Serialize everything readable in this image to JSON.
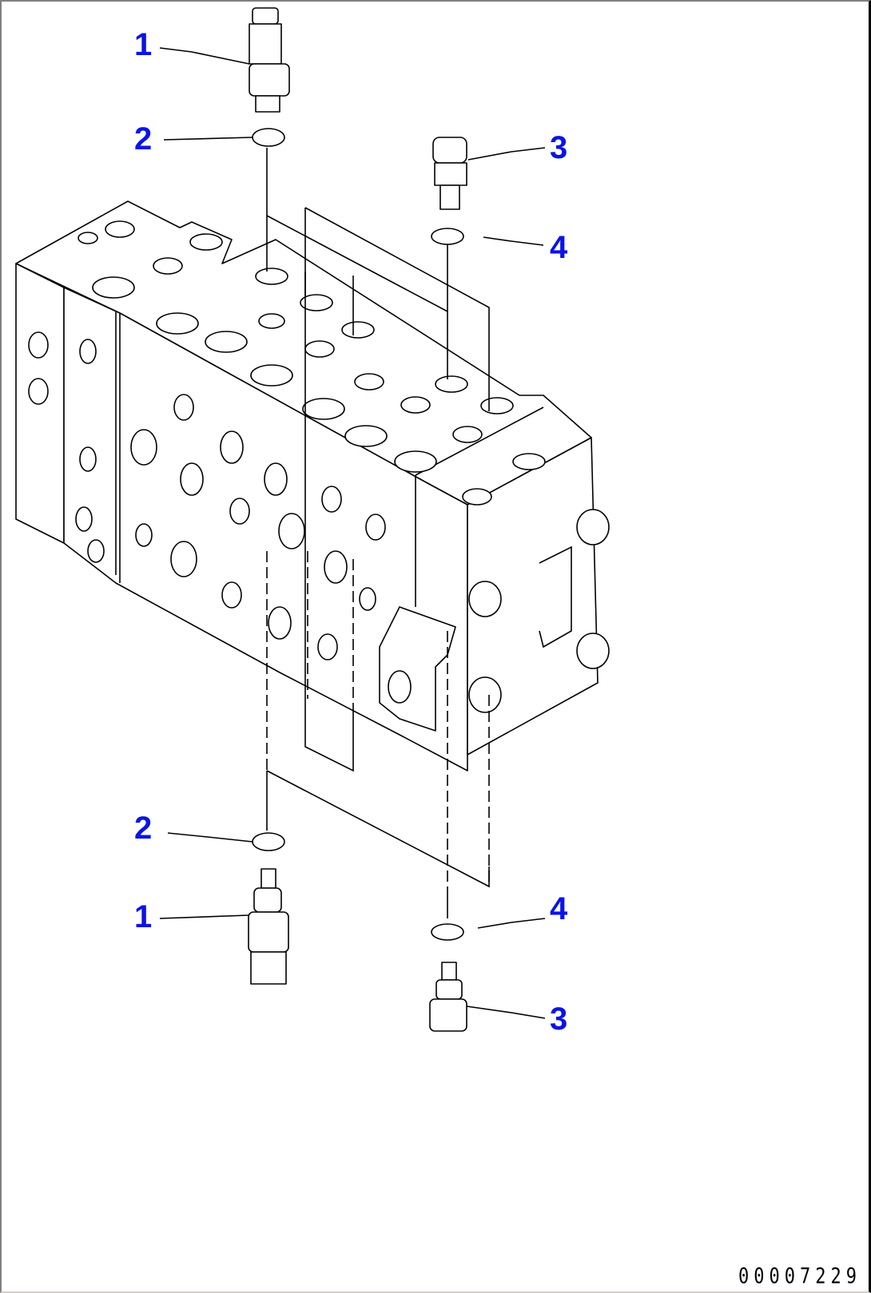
{
  "diagram": {
    "type": "exploded parts view",
    "subject": "hydraulic control valve assembly",
    "callouts": [
      {
        "id": "callout-1-top",
        "label": "1",
        "part": "valve cartridge (top)"
      },
      {
        "id": "callout-2-top",
        "label": "2",
        "part": "o-ring (top)"
      },
      {
        "id": "callout-3-top",
        "label": "3",
        "part": "plug (top)"
      },
      {
        "id": "callout-4-top",
        "label": "4",
        "part": "o-ring (top)"
      },
      {
        "id": "callout-2-bottom",
        "label": "2",
        "part": "o-ring (bottom)"
      },
      {
        "id": "callout-1-bottom",
        "label": "1",
        "part": "valve cartridge (bottom)"
      },
      {
        "id": "callout-4-bottom",
        "label": "4",
        "part": "o-ring (bottom)"
      },
      {
        "id": "callout-3-bottom",
        "label": "3",
        "part": "plug (bottom)"
      }
    ],
    "figure_id": "00007229",
    "colors": {
      "callout": "#0a14e6",
      "line": "#000000",
      "border": "#808080"
    }
  }
}
